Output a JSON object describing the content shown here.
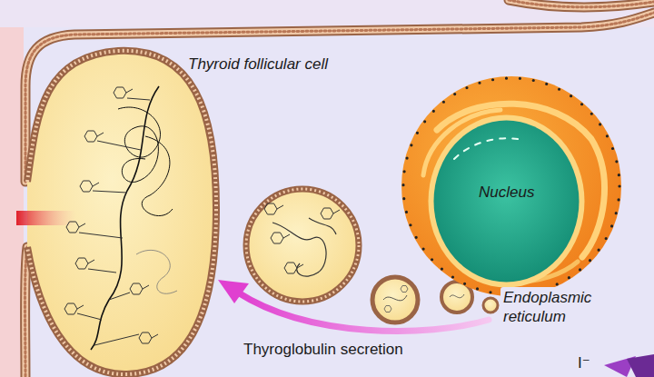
{
  "diagram": {
    "nodes": [
      {
        "text": [
          "Thyroid follicular cell"
        ]
      },
      {
        "text": [
          "Endoplasmic reticulum"
        ],
        "in": 0
      },
      {
        "text": [
          "Nucleus"
        ],
        "in": 1
      }
    ],
    "labels": [
      "Thyroglobulin secretion",
      "I⁻"
    ]
  }
}
